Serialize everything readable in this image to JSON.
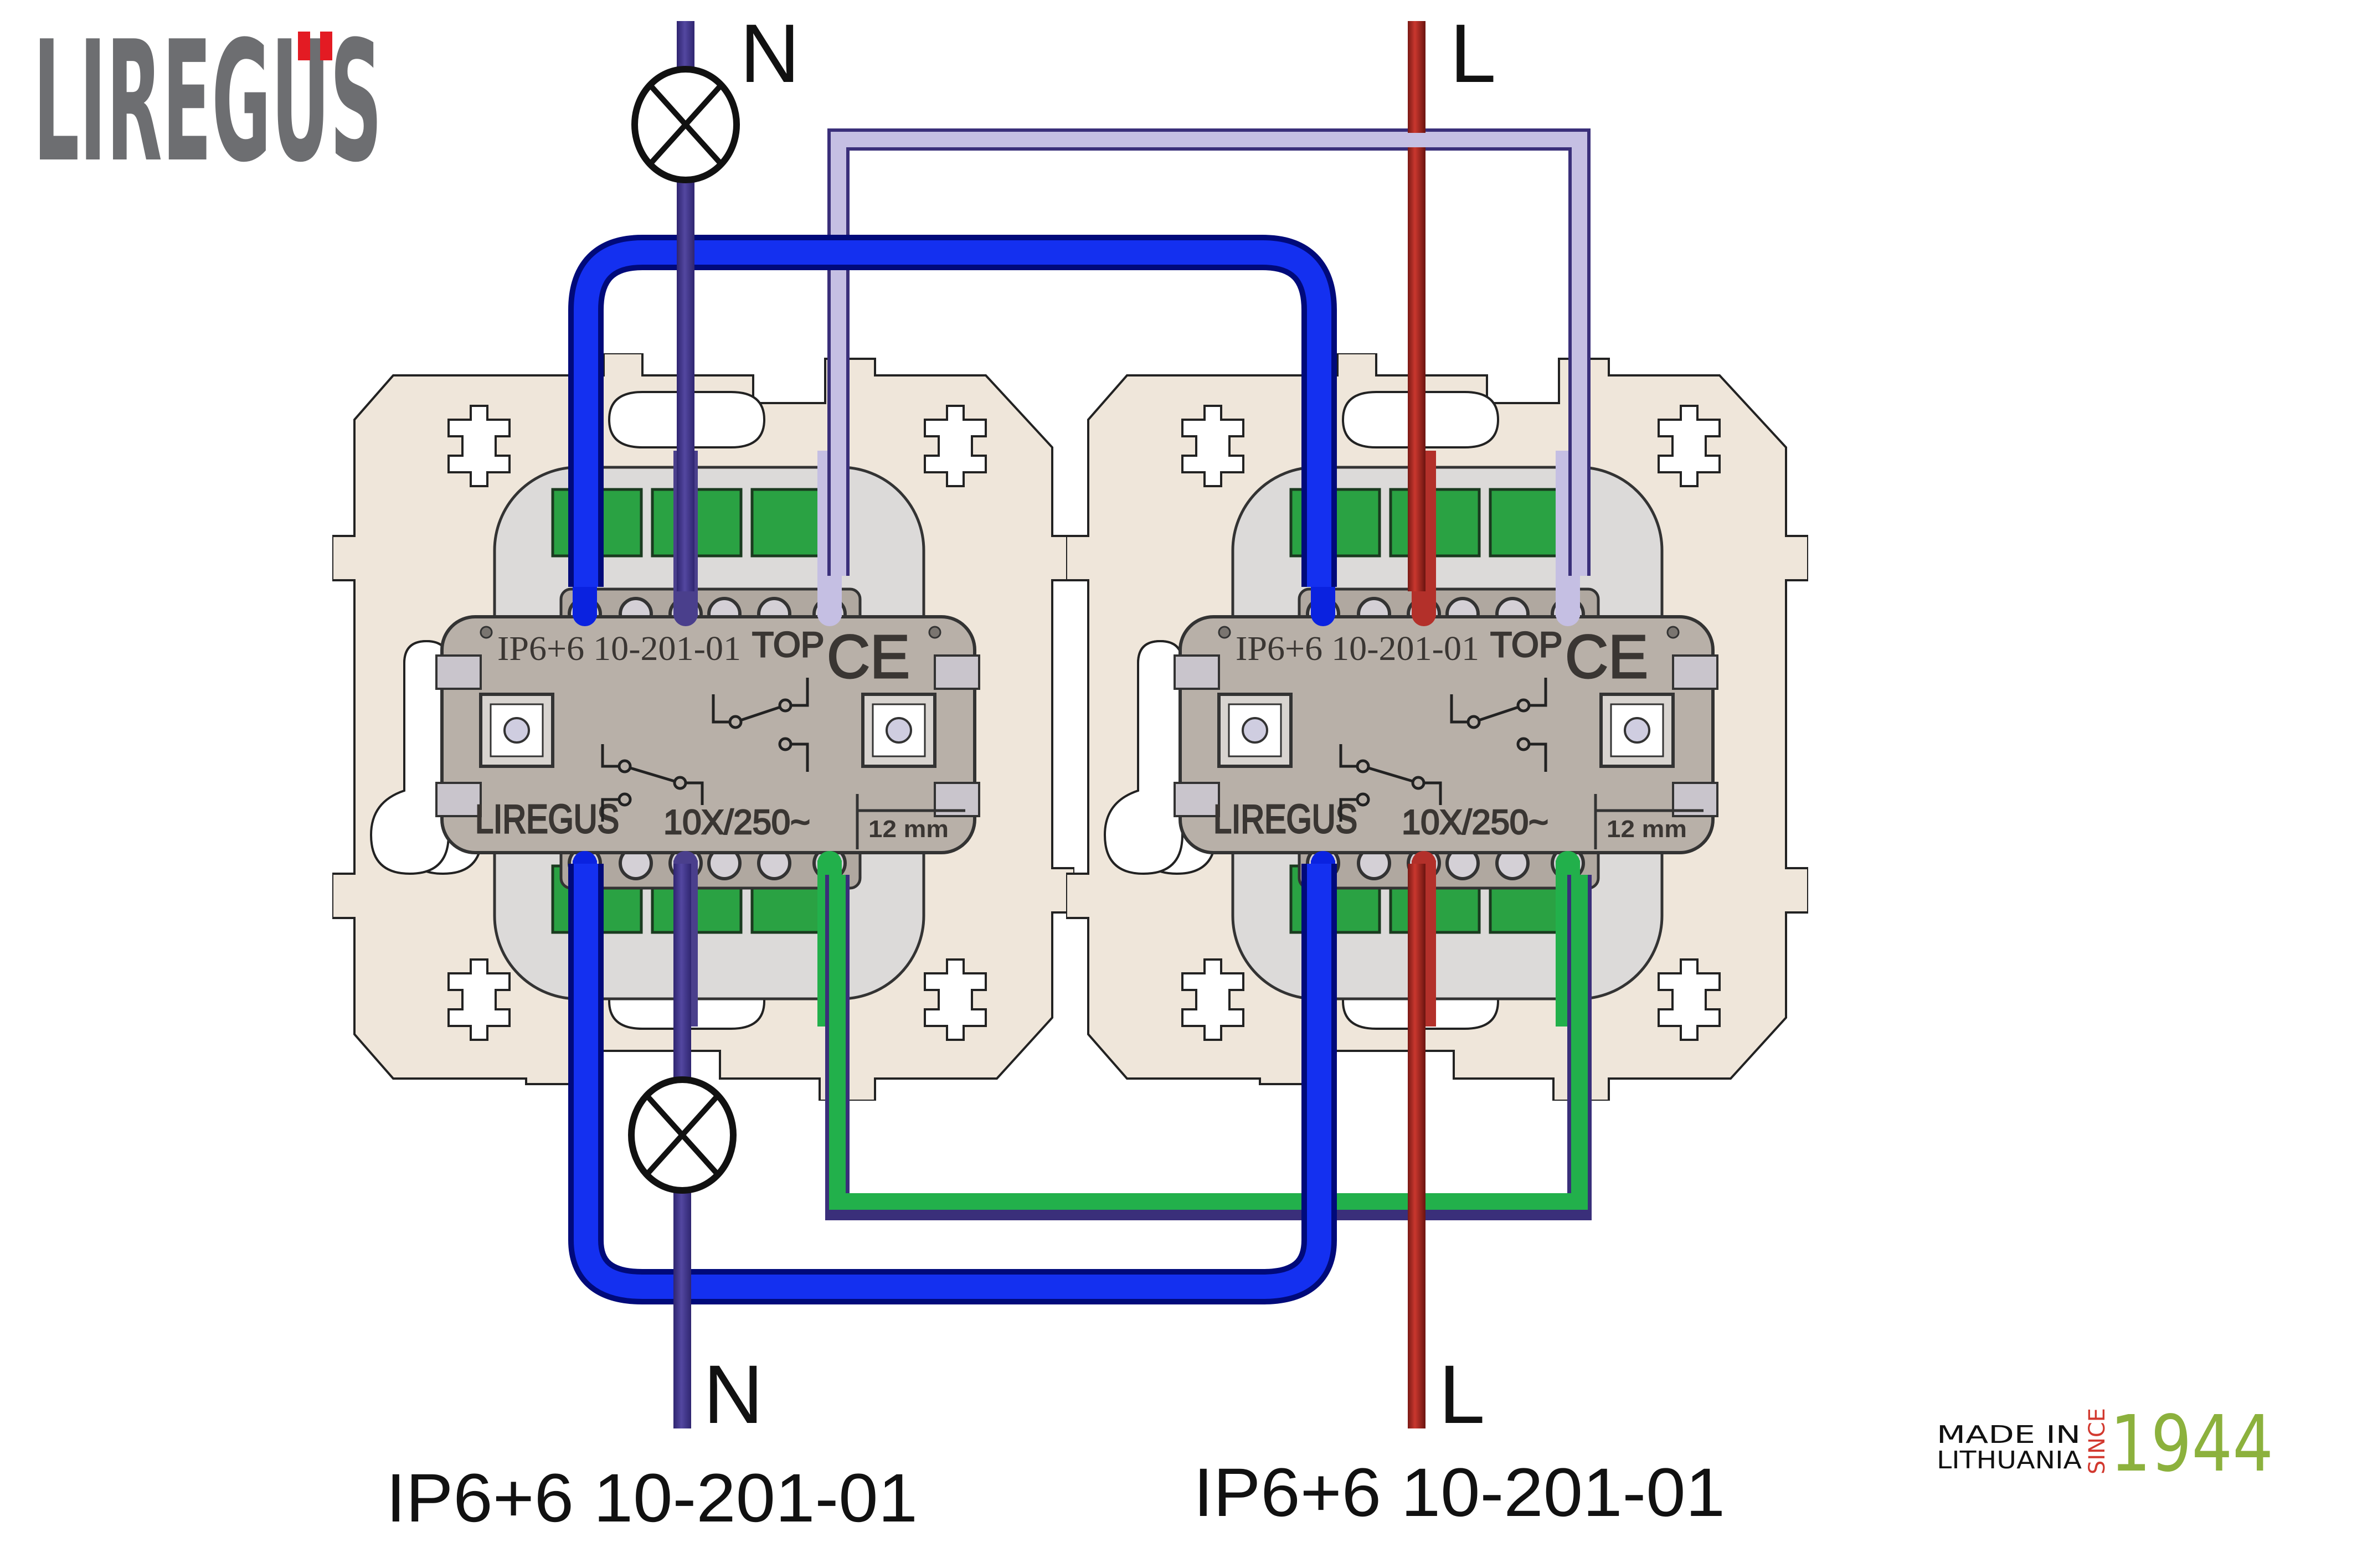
{
  "brand": {
    "logo_text": "LIREGUS",
    "logo_color": "#6d6e71",
    "logo_accent": "#e31b23"
  },
  "wires": {
    "neutral_color": "#4a3f8c",
    "live_color": "#b3302a",
    "bridge_blue_color": "#0a1fd6",
    "traveller_light_color": "#c5bfe3",
    "traveller_green_color": "#22b04b",
    "frame_outline_color": "#3a2f7a"
  },
  "labels": {
    "neutral_top": "N",
    "live_top": "L",
    "neutral_bottom": "N",
    "live_bottom": "L"
  },
  "modules": [
    {
      "model": "IP6+6 10-201-01",
      "top_mark": "TOP",
      "ce_mark": "CE",
      "brand": "LIREGUS",
      "rating": "10X/250~",
      "strip_length": "12 mm",
      "caption": "IP6+6 10-201-01"
    },
    {
      "model": "IP6+6 10-201-01",
      "top_mark": "TOP",
      "ce_mark": "CE",
      "brand": "LIREGUS",
      "rating": "10X/250~",
      "strip_length": "12 mm",
      "caption": "IP6+6 10-201-01"
    }
  ],
  "footer": {
    "made_in_line1": "MADE IN",
    "made_in_line2": "LITHUANIA",
    "since": "SINCE",
    "year": "1944",
    "since_color": "#d2392f",
    "year_color": "#8cb13d"
  },
  "colors": {
    "plate": "#efe6da",
    "module_body": "#b8b0a8",
    "terminal_green": "#2aa243"
  }
}
